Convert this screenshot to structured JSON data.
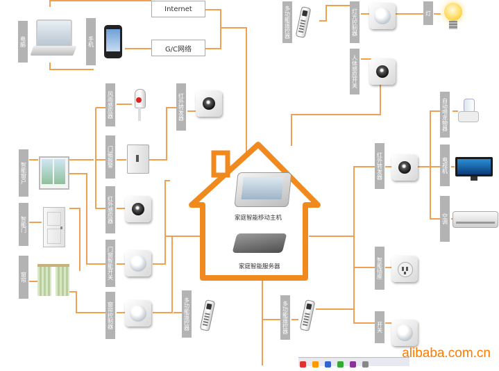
{
  "labels": {
    "internet": "Internet",
    "gc_network": "G/C网络",
    "computer": "电脑",
    "phone": "手机",
    "rain_sensor": "风雨感应器",
    "ir_transponder_left": "红外转发器",
    "door_sensor": "门磁报警",
    "ir_detector": "红外感应器",
    "curtain_switch": "门窗智能开关",
    "curtain_controller": "窗帘控制器",
    "remote_left": "多功能遥控器",
    "smart_window": "智能窗户",
    "smart_door": "智能门",
    "curtain": "窗帘",
    "remote_top": "多功能遥控器",
    "light_controller": "灯光控制器",
    "lamp": "灯",
    "body_sensor": "人体感应开关",
    "auto_feeder": "自动喂宠物器",
    "ir_transponder_right": "红外转发器",
    "tv": "电视机",
    "ac": "空调",
    "smart_socket": "智能插座",
    "remote_right": "多功能遥控器",
    "switch": "开关"
  },
  "center": {
    "host_label": "家庭智能移动主机",
    "server_label": "家庭智能服务器"
  },
  "colors": {
    "line": "#f0a050",
    "house": "#f08a1e",
    "label_bg": "#b3b3b3"
  },
  "watermark": "alibaba.com.cn"
}
